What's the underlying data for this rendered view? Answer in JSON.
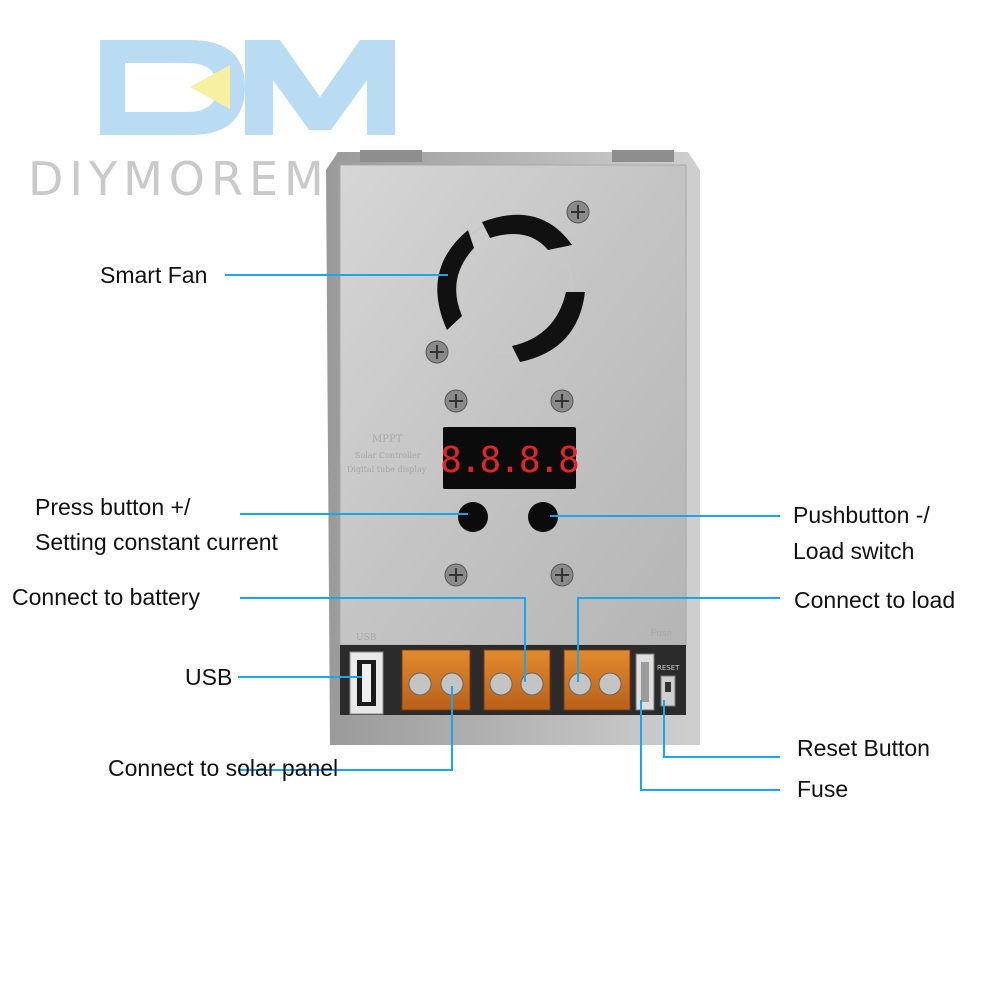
{
  "brand": {
    "name": "DIYMOREMODULES",
    "logo_color": "#b9dcf3",
    "logo_accent": "#f7efa1"
  },
  "device": {
    "panel_text": [
      "MPPT",
      "Solar Controller",
      "Digital tube display"
    ],
    "display_digits": "8.8.8.8",
    "display_color": "#e0252c",
    "usb_label": "USB",
    "fuse_label": "Fuse",
    "reset_label": "RESET"
  },
  "callouts": {
    "smart_fan": "Smart Fan",
    "press_button_line1": "Press button +/",
    "press_button_line2": "Setting constant current",
    "pushbutton_line1": "Pushbutton -/",
    "pushbutton_line2": "Load switch",
    "connect_battery": "Connect to battery",
    "connect_load": "Connect to load",
    "usb": "USB",
    "connect_solar": "Connect to solar panel",
    "reset_button": "Reset Button",
    "fuse": "Fuse"
  },
  "colors": {
    "leader_line": "#1aa6e8",
    "terminal": "#d9791f"
  }
}
